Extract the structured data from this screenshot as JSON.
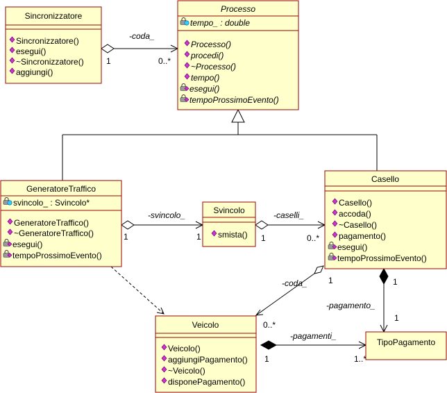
{
  "classes": {
    "sincronizzatore": {
      "name": "Sincronizzatore",
      "operations": [
        "Sincronizzatore()",
        "esegui()",
        "~Sincronizzatore()",
        "aggiungi()"
      ]
    },
    "processo": {
      "name": "Processo",
      "attributes": [
        "tempo_ : double"
      ],
      "operations": [
        "Processo()",
        "procedi()",
        "~Processo()",
        "tempo()",
        "esegui()",
        "tempoProssimoEvento()"
      ]
    },
    "generatore": {
      "name": "GeneratoreTraffico",
      "attributes": [
        "svincolo_ : Svincolo*"
      ],
      "operations": [
        "GeneratoreTraffico()",
        "~GeneratoreTraffico()",
        "esegui()",
        "tempoProssimoEvento()"
      ]
    },
    "svincolo": {
      "name": "Svincolo",
      "operations": [
        "smista()"
      ]
    },
    "casello": {
      "name": "Casello",
      "operations": [
        "Casello()",
        "accoda()",
        "~Casello()",
        "pagamento()",
        "esegui()",
        "tempoProssimoEvento()"
      ]
    },
    "veicolo": {
      "name": "Veicolo",
      "operations": [
        "Veicolo()",
        "aggiungiPagamento()",
        "~Veicolo()",
        "disponePagamento()"
      ]
    },
    "tipopagamento": {
      "name": "TipoPagamento"
    }
  },
  "associations": {
    "sinc_coda": {
      "role": "-coda_",
      "mult_source": "1",
      "mult_target": "0..*"
    },
    "gen_svincolo": {
      "role": "-svincolo_",
      "mult_source": "1",
      "mult_target": "1"
    },
    "svincolo_caselli": {
      "role": "-caselli_",
      "mult_source": "1",
      "mult_target": "0..*"
    },
    "casello_coda": {
      "role": "-coda_",
      "mult_source": "1",
      "mult_target": "0..*"
    },
    "casello_pagamento": {
      "role": "-pagamento_",
      "mult_source": "1",
      "mult_target": "1"
    },
    "veicolo_pagamenti": {
      "role": "-pagamenti_",
      "mult_source": "1",
      "mult_target": "1..*"
    }
  }
}
